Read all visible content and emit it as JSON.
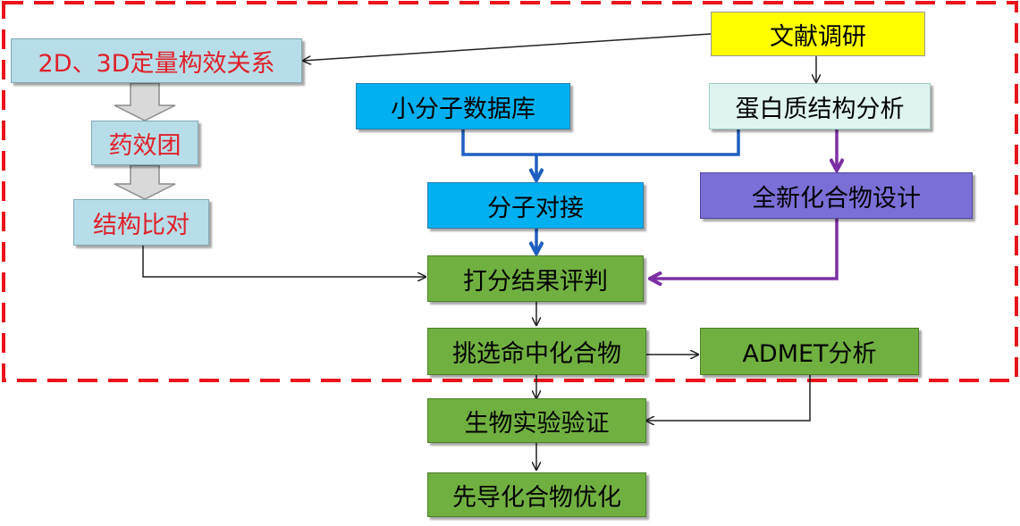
{
  "nodes": {
    "literature": "文献调研",
    "qsar": "2D、3D定量构效关系",
    "pharmacophore": "药效团",
    "structure_compare": "结构比对",
    "small_molecule_db": "小分子数据库",
    "protein_analysis": "蛋白质结构分析",
    "docking": "分子对接",
    "novel_design": "全新化合物设计",
    "scoring": "打分结果评判",
    "hit_selection": "挑选命中化合物",
    "admet": "ADMET分析",
    "bio_validation": "生物实验验证",
    "lead_optimization": "先导化合物优化"
  },
  "colors": {
    "dashed_frame": "#e8141c",
    "blue_arrow": "#1f5fbf",
    "purple_arrow": "#7b2fa3",
    "black_arrow": "#222222"
  }
}
